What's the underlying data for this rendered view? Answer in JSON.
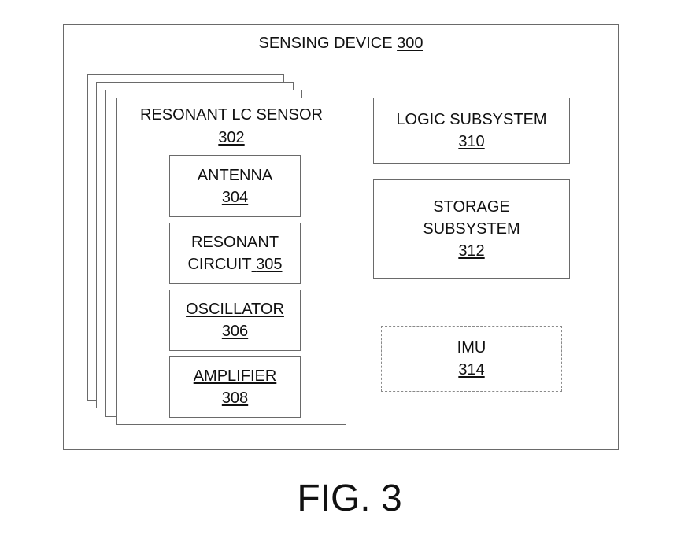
{
  "figure": {
    "label": "FIG. 3"
  },
  "sensing_device": {
    "title": "SENSING DEVICE ",
    "ref": "300"
  },
  "sensor": {
    "title": "RESONANT LC SENSOR",
    "ref": "302",
    "stack_count": 4,
    "components": [
      {
        "line1": "ANTENNA",
        "line2": "",
        "ref": "304",
        "title_underlined": false
      },
      {
        "line1": "RESONANT",
        "line2": "CIRCUIT",
        "ref": "305",
        "title_underlined": false
      },
      {
        "line1": "OSCILLATOR",
        "line2": "",
        "ref": "306",
        "title_underlined": true
      },
      {
        "line1": "AMPLIFIER",
        "line2": "",
        "ref": "308",
        "title_underlined": true
      }
    ]
  },
  "subsystems": [
    {
      "line1": "LOGIC SUBSYSTEM",
      "line2": "",
      "ref": "310",
      "style": "solid"
    },
    {
      "line1": "STORAGE",
      "line2": "SUBSYSTEM",
      "ref": "312",
      "style": "solid"
    },
    {
      "line1": "IMU",
      "line2": "",
      "ref": "314",
      "style": "dashed"
    }
  ]
}
